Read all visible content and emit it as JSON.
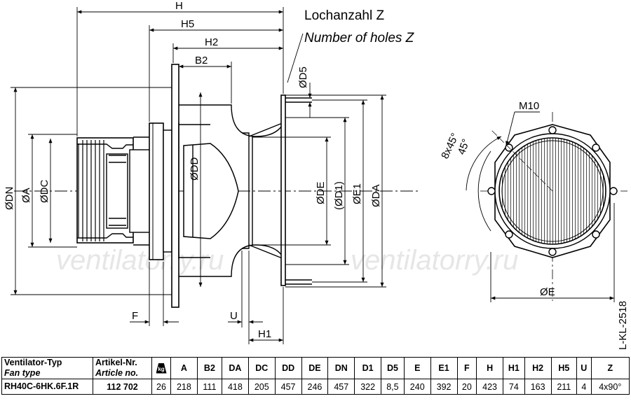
{
  "drawing": {
    "note_de": "Lochanzahl Z",
    "note_en": "Number of holes Z",
    "watermark": "ventilatorry.ru",
    "drawing_code": "L-KL-2518",
    "dims": {
      "H": "H",
      "H5": "H5",
      "H2": "H2",
      "B2": "B2",
      "D5": "ØD5",
      "DN": "ØDN",
      "A": "ØA",
      "DC": "ØDC",
      "DD": "ØDD",
      "DE": "ØDE",
      "D1": "(ØD1)",
      "E1": "ØE1",
      "DA": "ØDA",
      "F": "F",
      "U": "U",
      "H1": "H1",
      "M10": "M10",
      "pattern": "8x45°",
      "angle": "45°",
      "E": "ØE"
    }
  },
  "table": {
    "col_type_de": "Ventilator-Typ",
    "col_type_en": "Fan type",
    "col_article_de": "Artikel-Nr.",
    "col_article_en": "Article no.",
    "kg_icon_label": "kg",
    "headers": [
      "A",
      "B2",
      "DA",
      "DC",
      "DD",
      "DE",
      "DN",
      "D1",
      "D5",
      "E",
      "E1",
      "F",
      "H",
      "H1",
      "H2",
      "H5",
      "U",
      "Z"
    ],
    "row": {
      "type": "RH40C-6HK.6F.1R",
      "article": "112 702",
      "weight": "26",
      "values": [
        "218",
        "111",
        "418",
        "205",
        "457",
        "246",
        "457",
        "322",
        "8,5",
        "240",
        "392",
        "20",
        "423",
        "74",
        "163",
        "211",
        "4",
        "4x90°"
      ]
    }
  }
}
